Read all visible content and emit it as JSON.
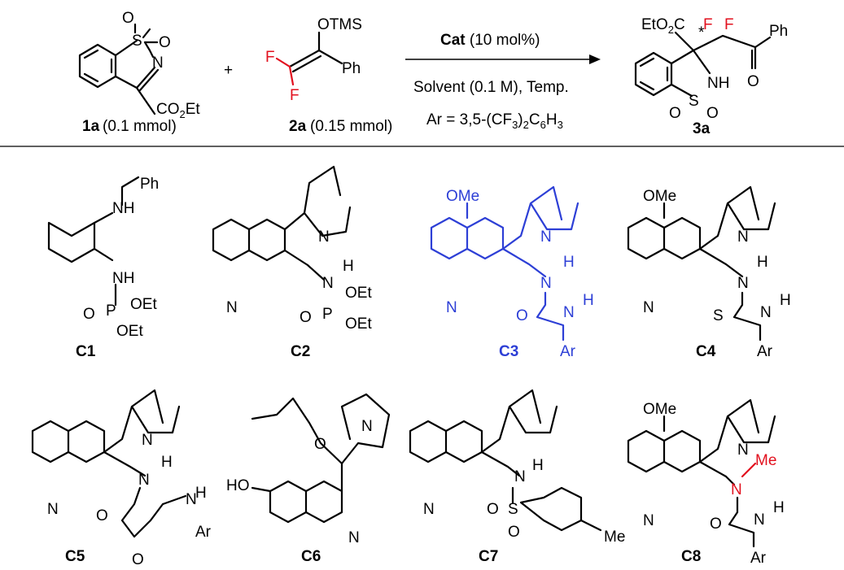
{
  "reactants": {
    "r1_label": "1a",
    "r1_amount": "(0.1 mmol)",
    "r2_label": "2a",
    "r2_amount": "(0.15 mmol)",
    "plus": "+"
  },
  "conditions": {
    "catalyst_bold": "Cat",
    "catalyst_loading": "(10 mol%)",
    "line2": "Solvent (0.1 M), Temp.",
    "line3_pre": "Ar = 3,5-(CF",
    "line3_sub1": "3",
    "line3_mid": ")",
    "line3_sub2": "2",
    "line3_c6": "C",
    "line3_sub3": "6",
    "line3_h": "H",
    "line3_sub4": "3"
  },
  "product_label": "3a",
  "atoms": {
    "O": "O",
    "S": "S",
    "N": "N",
    "NH": "NH",
    "H": "H",
    "F": "F",
    "OTMS": "OTMS",
    "Ph": "Ph",
    "CO2Et_pre": "CO",
    "CO2Et_sub": "2",
    "CO2Et_post": "Et",
    "EtO2C_pre": "EtO",
    "EtO2C_sub": "2",
    "EtO2C_post": "C",
    "OMe": "OMe",
    "OEt": "OEt",
    "P": "P",
    "Ar": "Ar",
    "Me": "Me",
    "HO": "HO",
    "star": "*"
  },
  "catalysts": [
    "C1",
    "C2",
    "C3",
    "C4",
    "C5",
    "C6",
    "C7",
    "C8"
  ],
  "colors": {
    "highlight_blue": "#2d3fd6",
    "highlight_red": "#e2101e"
  }
}
